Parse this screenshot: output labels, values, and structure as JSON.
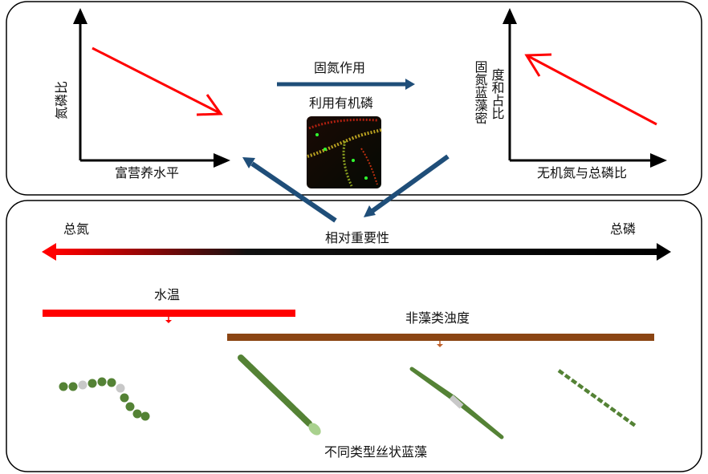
{
  "top_panel": {
    "left_chart": {
      "y_label": "氮磷比",
      "x_label": "富营养水平",
      "trend": "decreasing"
    },
    "middle": {
      "fixation_label": "固氮作用",
      "organic_p_label": "利用有机磷",
      "image": "micrograph-filamentous-cyanobacteria"
    },
    "right_chart": {
      "y_label_line1": "固氮蓝藻密",
      "y_label_line2": "度和占比",
      "x_label": "无机氮与总磷比",
      "trend": "decreasing"
    }
  },
  "bottom_panel": {
    "left_end_label": "总氮",
    "right_end_label": "总磷",
    "axis_label": "相对重要性",
    "water_temp_label": "水温",
    "turbidity_label": "非藻类浊度",
    "caption": "不同类型丝状蓝藻"
  },
  "colors": {
    "red": "#ff0000",
    "blue": "#1f4e79",
    "brown": "#8b4513",
    "green": "#548235",
    "light_green": "#a9d18e",
    "gray": "#c8c8c8"
  }
}
